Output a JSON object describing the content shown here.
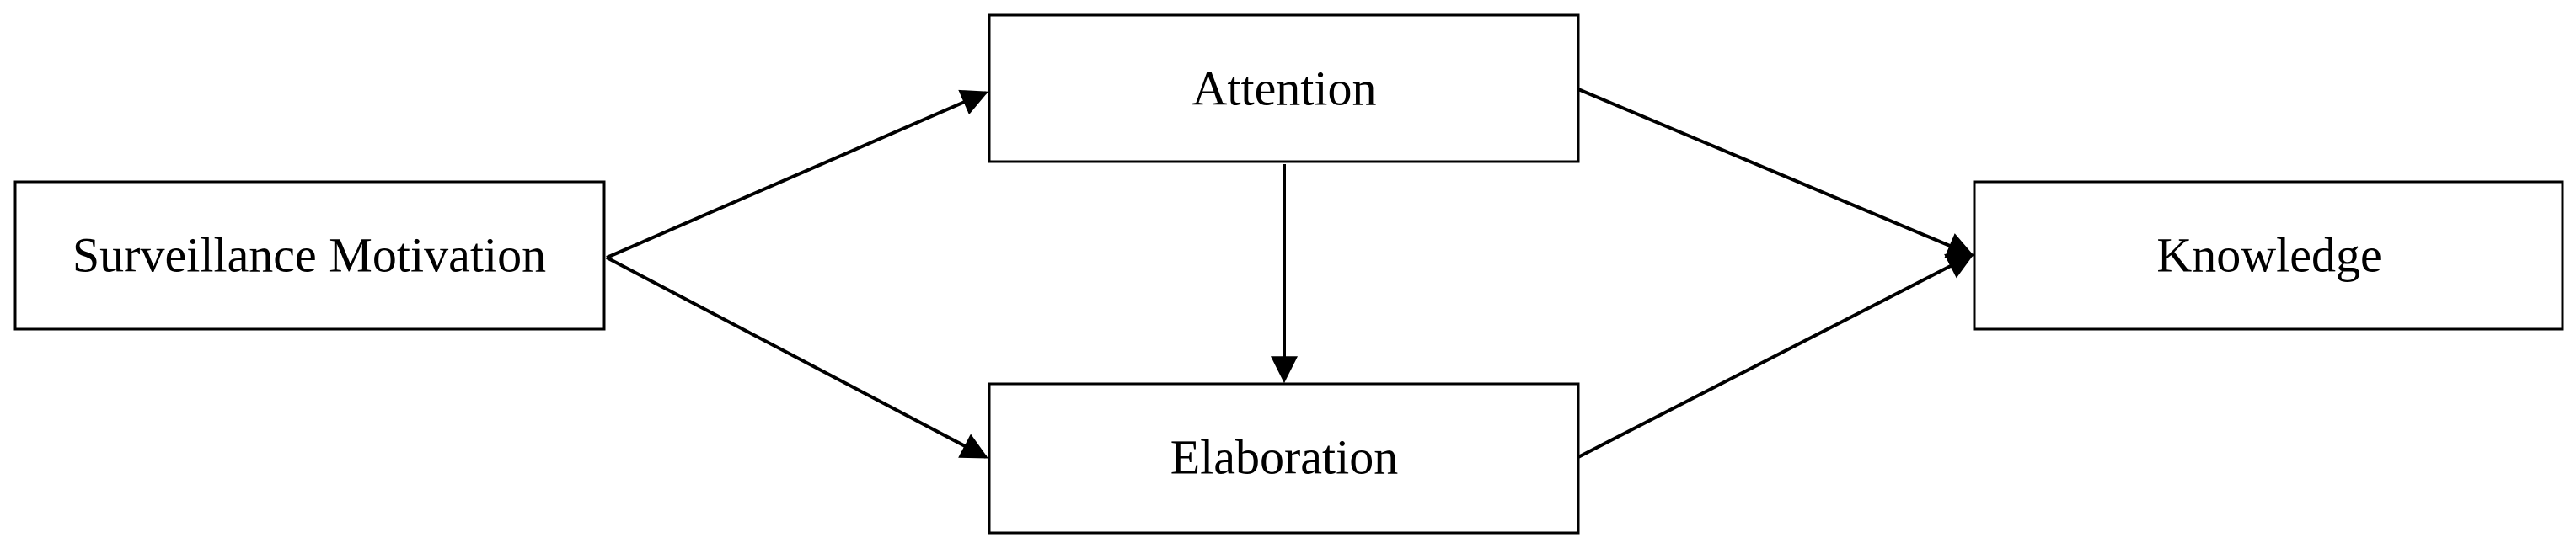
{
  "nodes": {
    "surveillance_motivation": {
      "label": "Surveillance Motivation"
    },
    "attention": {
      "label": "Attention"
    },
    "elaboration": {
      "label": "Elaboration"
    },
    "knowledge": {
      "label": "Knowledge"
    }
  },
  "edges": [
    {
      "from": "surveillance_motivation",
      "to": "attention"
    },
    {
      "from": "surveillance_motivation",
      "to": "elaboration"
    },
    {
      "from": "attention",
      "to": "elaboration"
    },
    {
      "from": "attention",
      "to": "knowledge"
    },
    {
      "from": "elaboration",
      "to": "knowledge"
    }
  ],
  "colors": {
    "stroke": "#000000",
    "background": "#ffffff"
  }
}
